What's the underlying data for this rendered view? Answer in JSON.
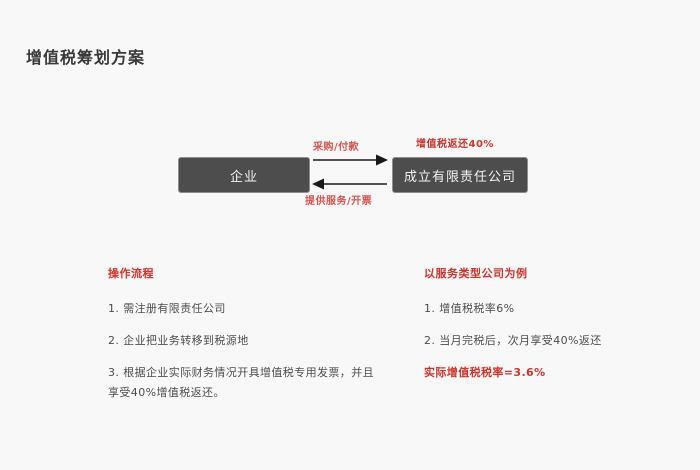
{
  "page": {
    "title": "增值税筹划方案",
    "background_color": "#f8f8f8",
    "accent_red": "#d0342c",
    "box_fill": "#4d4d4d",
    "box_border": "#8e8e8e"
  },
  "diagram": {
    "nodes": [
      {
        "id": "enterprise",
        "label": "企业"
      },
      {
        "id": "new-company",
        "label": "成立有限责任公司"
      }
    ],
    "arrows": [
      {
        "id": "forward",
        "direction": "right",
        "label": "采购/付款"
      },
      {
        "id": "backward",
        "direction": "left",
        "label": "提供服务/开票"
      }
    ],
    "annotation": "增值税返还40%"
  },
  "left_column": {
    "heading": "操作流程",
    "items": [
      "1. 需注册有限责任公司",
      "2. 企业把业务转移到税源地",
      "3. 根据企业实际财务情况开具增值税专用发票，并且",
      "享受40%增值税返还。"
    ]
  },
  "right_column": {
    "heading": "以服务类型公司为例",
    "items": [
      "1. 增值税税率6%",
      "2. 当月完税后，次月享受40%返还"
    ],
    "result": "实际增值税税率=3.6%"
  }
}
